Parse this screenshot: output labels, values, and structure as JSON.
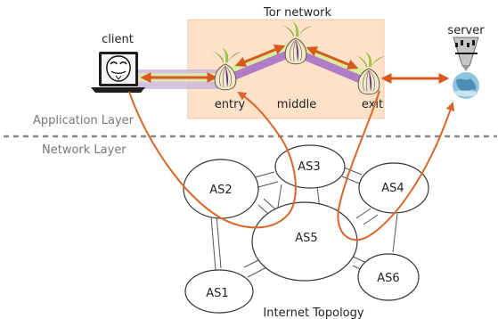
{
  "tor": {
    "title": "Tor network",
    "relays": {
      "entry": "entry",
      "middle": "middle",
      "exit": "exit"
    }
  },
  "endpoints": {
    "client": "client",
    "server": "server"
  },
  "layers": {
    "application": "Application Layer",
    "network": "Network Layer"
  },
  "topology": {
    "caption": "Internet Topology",
    "as": {
      "as1": "AS1",
      "as2": "AS2",
      "as3": "AS3",
      "as4": "AS4",
      "as5": "AS5",
      "as6": "AS6"
    }
  },
  "colors": {
    "tor_box": "#fde1c8",
    "circuit_purple": "#b07cc6",
    "circuit_green": "#d8ec9c",
    "arrow_orange": "#d65a1e",
    "path_orange": "#d9662b",
    "divider": "#888888"
  }
}
